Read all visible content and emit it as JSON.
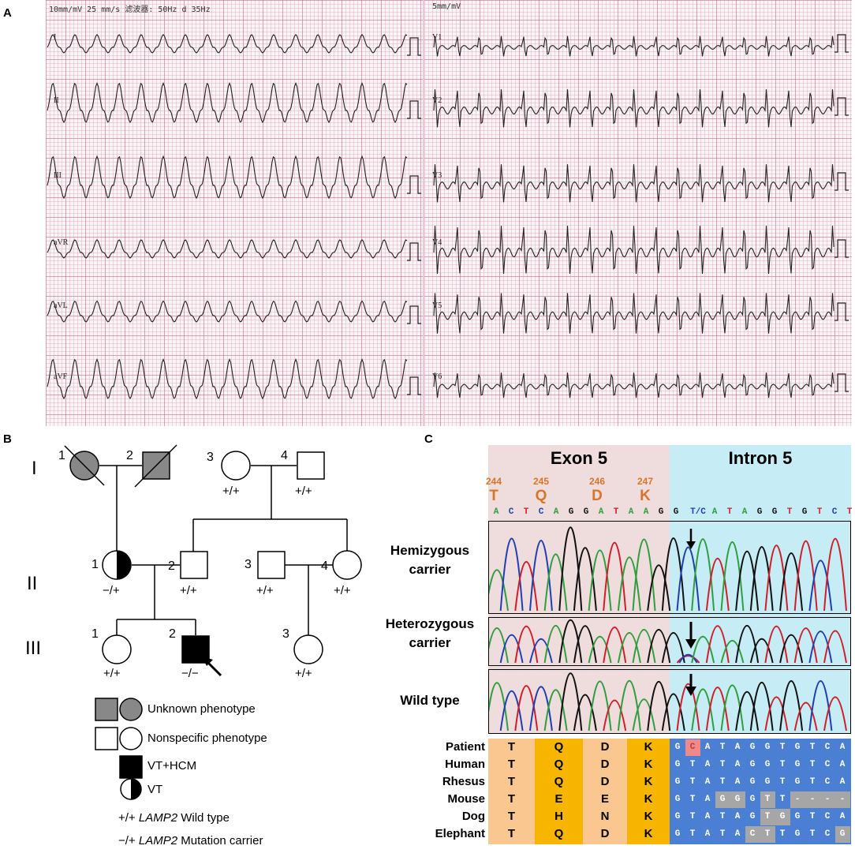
{
  "panels": {
    "a": "A",
    "b": "B",
    "c": "C"
  },
  "ecg": {
    "header_left": "10mm/mV 25 mm/s 滤波器: 50Hz d 35Hz",
    "header_right": "5mm/mV",
    "leads_left": [
      "I",
      "II",
      "III",
      "aVR",
      "aVL",
      "aVF"
    ],
    "leads_right": [
      "V1",
      "V2",
      "V3",
      "V4",
      "V5",
      "V6"
    ]
  },
  "pedigree": {
    "generations": [
      "I",
      "II",
      "III"
    ],
    "individuals": {
      "g1_1": "1",
      "g1_2": "2",
      "g1_3": "3",
      "g1_4": "4",
      "g2_1": "1",
      "g2_2": "2",
      "g2_3": "3",
      "g2_4": "4",
      "g3_1": "1",
      "g3_2": "2",
      "g3_3": "3"
    },
    "genotypes": {
      "g1_3": "+/+",
      "g1_4": "+/+",
      "g2_1": "−/+",
      "g2_2": "+/+",
      "g2_3": "+/+",
      "g2_4": "+/+",
      "g3_1": "+/+",
      "g3_2": "−/−",
      "g3_3": "+/+"
    },
    "legend": {
      "unknown": "Unknown phenotype",
      "nonspecific": "Nonspecific phenotype",
      "vt_hcm": "VT+HCM",
      "vt": "VT",
      "wt_sym": "+/+",
      "wt_gene": "LAMP2",
      "wt_text": "Wild type",
      "mut_sym": "−/+",
      "mut_gene": "LAMP2",
      "mut_text": "Mutation carrier"
    }
  },
  "sequence": {
    "exon_label": "Exon 5",
    "intron_label": "Intron 5",
    "codons": [
      {
        "num": "244",
        "aa": "T"
      },
      {
        "num": "245",
        "aa": "Q"
      },
      {
        "num": "246",
        "aa": "D"
      },
      {
        "num": "247",
        "aa": "K"
      }
    ],
    "nucleotides": [
      "A",
      "C",
      "T",
      "C",
      "A",
      "G",
      "G",
      "A",
      "T",
      "A",
      "A",
      "G",
      "G",
      "T/C",
      "A",
      "T",
      "A",
      "G",
      "G",
      "T",
      "G",
      "T",
      "C",
      "T"
    ],
    "samples": [
      {
        "line1": "Hemizygous",
        "line2": "carrier"
      },
      {
        "line1": "Heterozygous",
        "line2": "carrier"
      },
      {
        "line1": "Wild type",
        "line2": ""
      }
    ],
    "alignment": [
      {
        "species": "Patient",
        "aa": [
          "T",
          "Q",
          "D",
          "K"
        ],
        "nt": [
          "G",
          "C",
          "A",
          "T",
          "A",
          "G",
          "G",
          "T",
          "G",
          "T",
          "C",
          "A"
        ]
      },
      {
        "species": "Human",
        "aa": [
          "T",
          "Q",
          "D",
          "K"
        ],
        "nt": [
          "G",
          "T",
          "A",
          "T",
          "A",
          "G",
          "G",
          "T",
          "G",
          "T",
          "C",
          "A"
        ]
      },
      {
        "species": "Rhesus",
        "aa": [
          "T",
          "Q",
          "D",
          "K"
        ],
        "nt": [
          "G",
          "T",
          "A",
          "T",
          "A",
          "G",
          "G",
          "T",
          "G",
          "T",
          "C",
          "A"
        ]
      },
      {
        "species": "Mouse",
        "aa": [
          "T",
          "E",
          "E",
          "K"
        ],
        "nt": [
          "G",
          "T",
          "A",
          "G",
          "G",
          "G",
          "T",
          "T",
          "-",
          "-",
          "-",
          "-"
        ]
      },
      {
        "species": "Dog",
        "aa": [
          "T",
          "H",
          "N",
          "K"
        ],
        "nt": [
          "G",
          "T",
          "A",
          "T",
          "A",
          "G",
          "T",
          "G",
          "G",
          "T",
          "C",
          "A"
        ]
      },
      {
        "species": "Elephant",
        "aa": [
          "T",
          "Q",
          "D",
          "K"
        ],
        "nt": [
          "G",
          "T",
          "A",
          "T",
          "A",
          "C",
          "T",
          "T",
          "G",
          "T",
          "C",
          "G"
        ]
      }
    ],
    "colors": {
      "A": "#2e9e3e",
      "C": "#1f3fb0",
      "G": "#111111",
      "T": "#d01f2a",
      "exon_bg": "#efdcdc",
      "intron_bg": "#c6ecf6",
      "codon": "#d9752a",
      "aln_orange": "#f9c78f",
      "aln_yellow": "#f7b500",
      "aln_blue": "#4a7fd4",
      "aln_grey": "#a6a6a6",
      "aln_red": "#f08a8a"
    }
  }
}
